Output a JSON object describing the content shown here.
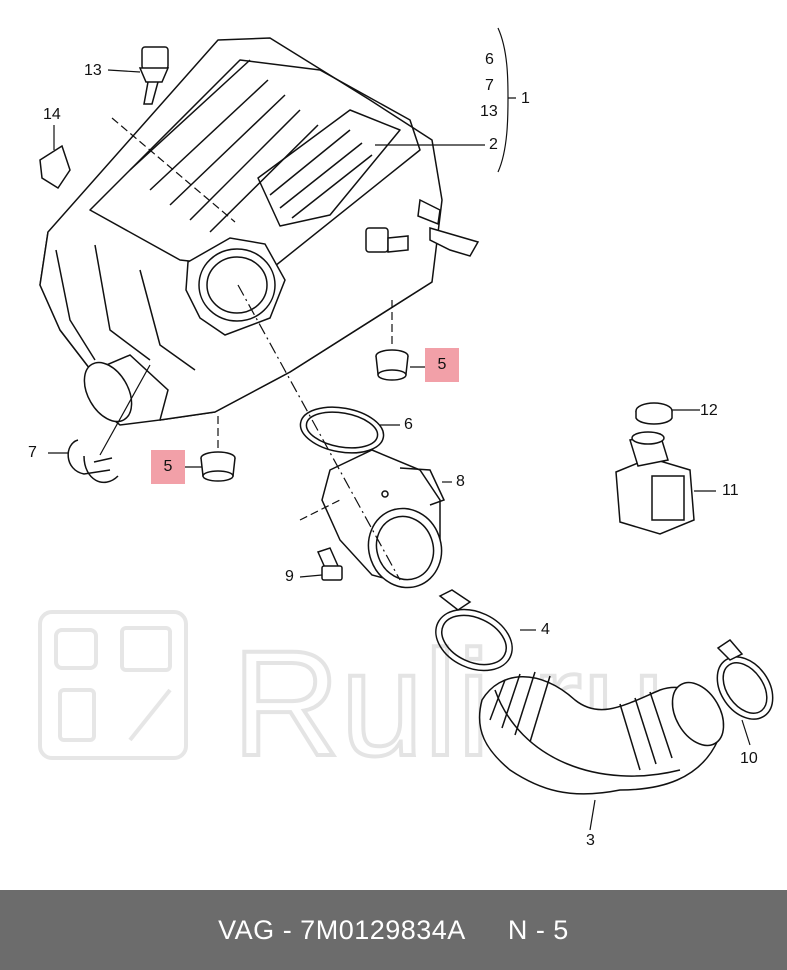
{
  "diagram": {
    "callouts": {
      "c1": "1",
      "c2": "2",
      "c3": "3",
      "c4": "4",
      "c5a": "5",
      "c5b": "5",
      "c6_top": "6",
      "c6": "6",
      "c7_top": "7",
      "c7": "7",
      "c8": "8",
      "c9": "9",
      "c10": "10",
      "c11": "11",
      "c12": "12",
      "c13_top": "13",
      "c13": "13",
      "c14": "14"
    },
    "watermark": "Ruli.ru",
    "highlight_color": "#f2a0a8"
  },
  "footer": {
    "part_label": "VAG - 7M0129834A",
    "page_label": "N - 5",
    "background": "#6c6c6c"
  }
}
